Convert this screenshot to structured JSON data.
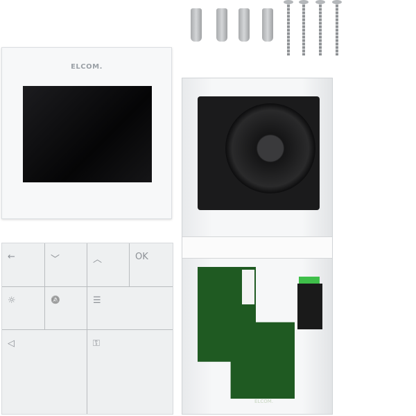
{
  "monitor": {
    "brand_logo": "ELCOM."
  },
  "keypad": {
    "keys": [
      {
        "icon": "arrow-left-icon",
        "glyph": "←",
        "label": ""
      },
      {
        "icon": "chevron-down-icon",
        "glyph": "﹀",
        "label": ""
      },
      {
        "icon": "chevron-up-icon",
        "glyph": "︿",
        "label": ""
      },
      {
        "icon": "ok",
        "glyph": "",
        "label": "OK"
      },
      {
        "icon": "light-icon",
        "glyph": "☼",
        "label": ""
      },
      {
        "icon": "bell-muted-icon",
        "glyph": "🔕",
        "label": ""
      },
      {
        "icon": "menu-list-icon",
        "glyph": "☰",
        "label": ""
      },
      {
        "icon": "speaker-icon",
        "glyph": "◁",
        "label": ""
      },
      {
        "icon": "key-icon",
        "glyph": "⚿",
        "label": ""
      }
    ]
  },
  "pcb": {
    "brand_logo": "ELCOM."
  }
}
